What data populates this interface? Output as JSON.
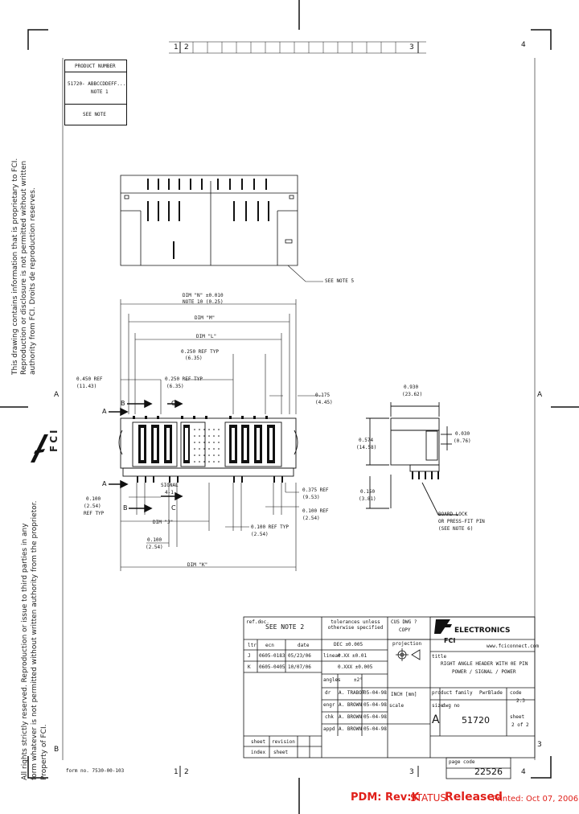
{
  "border": {
    "zone_cols_top": [
      "1",
      "2",
      "3",
      "4"
    ],
    "zone_cols_bottom": [
      "1",
      "2",
      "3",
      "4"
    ],
    "zone_rows_left": [
      "A",
      "B"
    ],
    "zone_rows_right": [
      "A",
      "3"
    ]
  },
  "product_table": {
    "header": "PRODUCT NUMBER",
    "number": "51720- ABBCCDDEFF...",
    "note_ref": "NOTE 1",
    "see_note": "SEE NOTE"
  },
  "callouts": {
    "see_note_5": "SEE NOTE 5",
    "dim_n_tol": "DIM \"N\" ±0.010",
    "dim_n_note": "NOTE 10 (0.25)",
    "dim_m": "DIM \"M\"",
    "dim_l": "DIM \"L\"",
    "ref_0250": "0.250 REF TYP",
    "ref_0250_mm": "(6.35)",
    "ref_0450": "0.450 REF",
    "ref_0450_mm": "(11.43)",
    "ref_0250b": "0.250 REF TYP",
    "ref_0250b_mm": "(6.35)",
    "dim_0175": "0.175",
    "dim_0175_mm": "(4.45)",
    "sec_b": "B",
    "sec_c": "C",
    "sec_a": "A",
    "sec_b2": "B",
    "sec_c2": "C",
    "sec_a2": "A",
    "signal_label": "SIGNAL",
    "signal_sub": "4-1",
    "dim_0100": "0.100",
    "dim_0100_mm": "(2.54)",
    "dim_0100_ref": "REF TYP",
    "dim_0375": "0.375 REF",
    "dim_0375_mm": "(9.53)",
    "dim_0100b": "0.100 REF",
    "dim_0100b_mm": "(2.54)",
    "dim_j": "DIM \"J\"",
    "dim_0100c": "0.100",
    "dim_0100c_mm": "(2.54)",
    "dim_0100d": "0.100 REF TYP",
    "dim_0100d_mm": "(2.54)",
    "dim_k": "DIM \"K\"",
    "dim_0930": "0.930",
    "dim_0930_mm": "(23.62)",
    "dim_0574": "0.574",
    "dim_0574_mm": "(14.58)",
    "dim_0030": "0.030",
    "dim_0030_mm": "(0.76)",
    "dim_0150": "0.150",
    "dim_0150_mm": "(3.81)",
    "board_lock": "BOARD LOCK",
    "board_lock_2": "OR PRESS-FIT PIN",
    "board_lock_3": "(SEE NOTE 6)"
  },
  "title_block": {
    "ref_label": "ref.doc.",
    "see_note_2": "SEE NOTE 2",
    "tolerances": "tolerances unless otherwise specified",
    "dec": "DEC   ±0.005",
    "linear": "linear",
    "linear_v1": "0.XX  ±0.01",
    "linear_v2": "0.XXX ±0.005",
    "angles": "angles",
    "angles_v": "±2°",
    "cust_dwg": "CUS DWG ?",
    "copy": "COPY",
    "projection": "projection",
    "ltr": "ltr",
    "ecn": "ecn",
    "date": "date",
    "rows": [
      {
        "ltr": "J",
        "ecn": "0605-0183",
        "date": "05/23/06"
      },
      {
        "ltr": "K",
        "ecn": "0605-0405",
        "date": "10/07/06"
      }
    ],
    "dr": "dr",
    "dr_name": "A. TRABOT",
    "dr_date": "05-04-98",
    "engr": "engr",
    "engr_name": "A. BROWN",
    "engr_date": "05-04-98",
    "chk": "chk",
    "chk_name": "A. BROWN",
    "chk_date": "05-04-98",
    "appd": "appd",
    "appd_name": "A. BROWN",
    "appd_date": "05-04-98",
    "inch_mm": "INCH [mm]",
    "scale": "scale",
    "company": "ELECTRONICS",
    "logo": "FCI",
    "website": "www.fciconnect.com",
    "title_label": "title",
    "title_l1": "RIGHT ANGLE HEADER WITH 0E PIN",
    "title_l2": "POWER / SIGNAL / POWER",
    "product_family_label": "product family",
    "product_family": "PwrBlade",
    "code_label": "code",
    "code": "2.3",
    "size_label": "size",
    "size": "A",
    "dwg_no_label": "dwg no",
    "dwg_no": "51720",
    "sheet_label": "sheet",
    "sheet": "2 of 2",
    "sheet_col": "sheet",
    "revision_col": "revision",
    "index_col": "index",
    "sheet_col2": "sheet",
    "page_code_label": "page code",
    "page_code": "22526"
  },
  "footer": {
    "form_no": "form no. 7530-00-103",
    "pdm": "PDM: Rev:K",
    "status_label": "STATUS:",
    "status_value": "Released",
    "printed": "Printed: Oct 07, 2006"
  },
  "side_text": {
    "right_notice_1": "This drawing contains information that is proprietary to FCI.",
    "right_notice_2": "Reproduction or disclosure is not permitted without written",
    "right_notice_3": "authority from FCI. Droits de reproduction reserves.",
    "left_notice_1": "All rights strictly reserved. Reproduction or issue to third parties in any",
    "left_notice_2": "form whatever is not permitted without written authority from the proprietor.",
    "left_notice_3": "Property of FCI.",
    "logo_side": "FCI"
  }
}
